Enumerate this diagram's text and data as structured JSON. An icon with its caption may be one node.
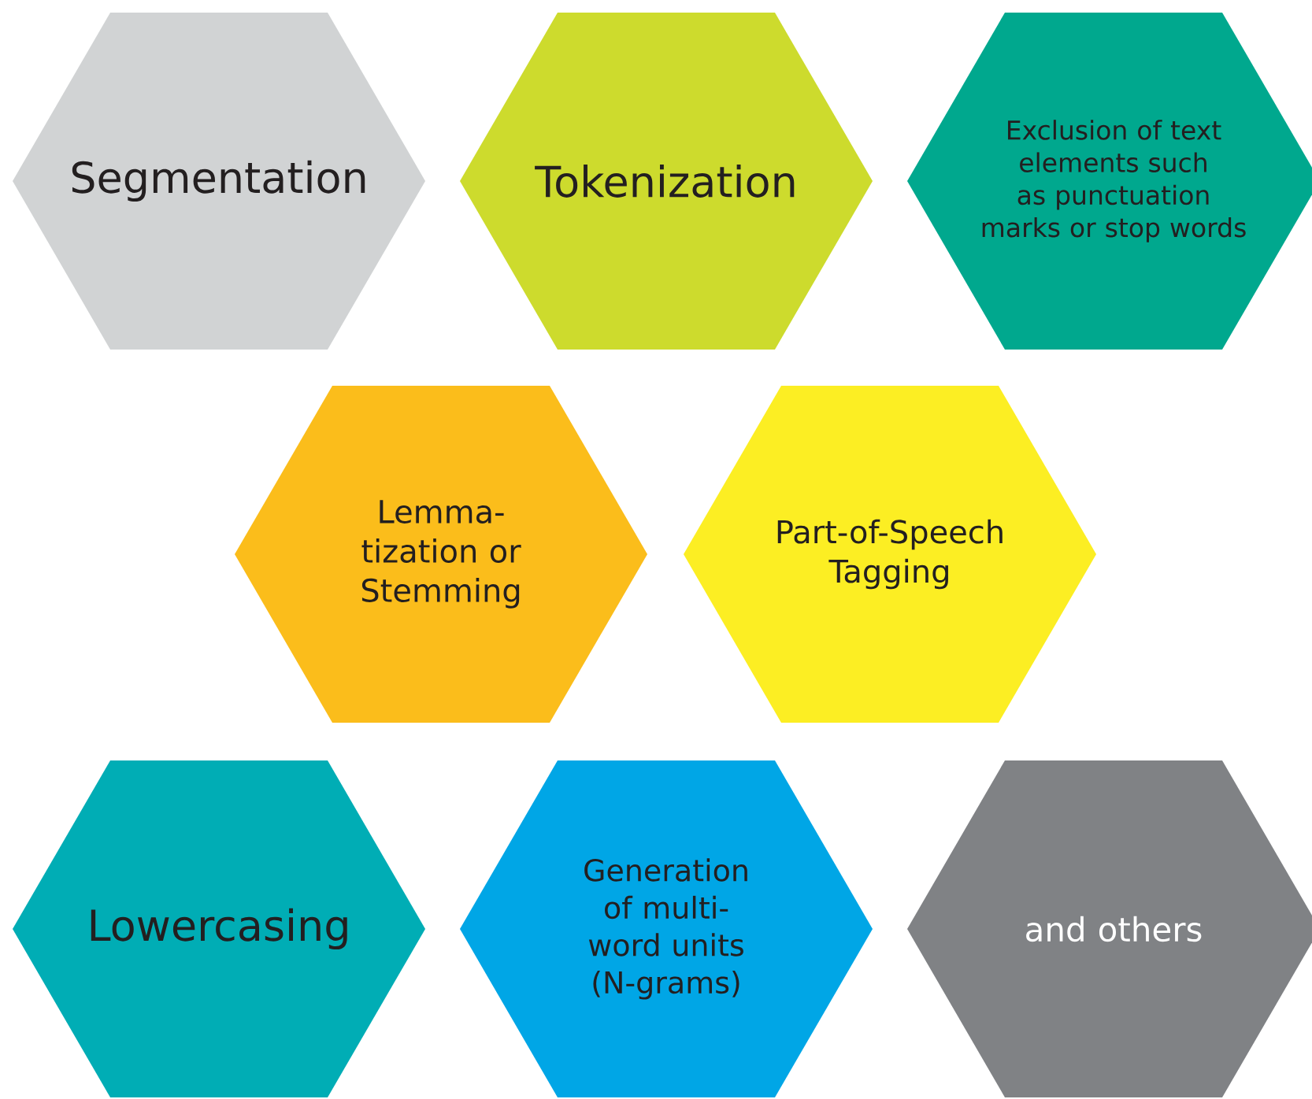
{
  "diagram": {
    "nodes": [
      {
        "text": [
          "Segmentation"
        ]
      },
      {
        "text": [
          "Tokenization"
        ]
      },
      {
        "text": [
          "Exclusion of text elements such as punctuation marks or stop words"
        ]
      },
      {
        "text": [
          "Lemma- tization or Stemming"
        ]
      },
      {
        "text": [
          "Part-of-Speech Tagging"
        ]
      },
      {
        "text": [
          "Lowercasing"
        ]
      },
      {
        "text": [
          "Generation of multi- word units (N-grams)"
        ]
      },
      {
        "text": [
          "and others"
        ]
      }
    ]
  }
}
